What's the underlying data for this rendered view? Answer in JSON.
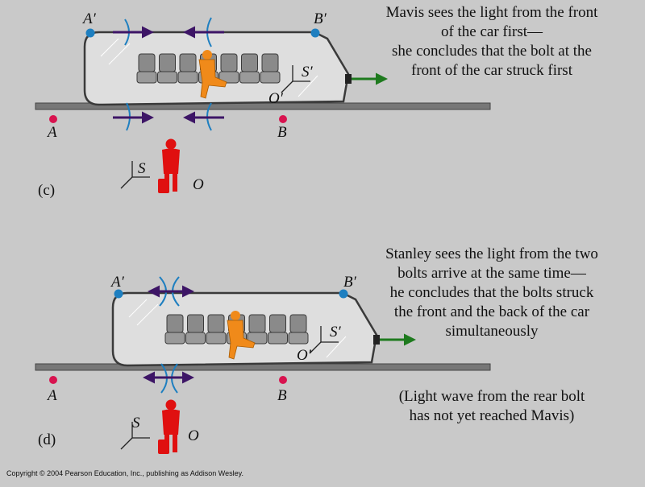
{
  "panel_c": {
    "label": "(c)",
    "caption_lines": [
      "Mavis sees the light from the front",
      "of the car first—",
      "she concludes that the bolt at the",
      "front of the car struck first"
    ],
    "car_point_rear": "A′",
    "car_point_front": "B′",
    "ground_point_rear": "A",
    "ground_point_front": "B",
    "train_frame": "S′",
    "train_observer": "O′",
    "ground_frame": "S",
    "ground_observer": "O"
  },
  "panel_d": {
    "label": "(d)",
    "caption_lines": [
      "Stanley sees the light from the two",
      "bolts arrive at the same time—",
      "he concludes that the bolts struck",
      "the front and the back of the car",
      "simultaneously"
    ],
    "note_lines": [
      "(Light wave from the rear bolt",
      "has not yet reached Mavis)"
    ],
    "car_point_rear": "A′",
    "car_point_front": "B′",
    "ground_point_rear": "A",
    "ground_point_front": "B",
    "train_frame": "S′",
    "train_observer": "O′",
    "ground_frame": "S",
    "ground_observer": "O"
  },
  "copyright": "Copyright © 2004 Pearson Education, Inc., publishing as Addison Wesley.",
  "colors": {
    "background": "#c9c9c9",
    "point_marker": "#d8134f",
    "car_point_marker": "#1e7fc0",
    "wavefront": "#1e7fc0",
    "light_arrow": "#3d1566",
    "velocity_arrow": "#1e7a1e",
    "ground_observer": "#e01010",
    "train_observer": "#f08a1a",
    "seat": "#8a8a8a",
    "track": "#777777"
  }
}
